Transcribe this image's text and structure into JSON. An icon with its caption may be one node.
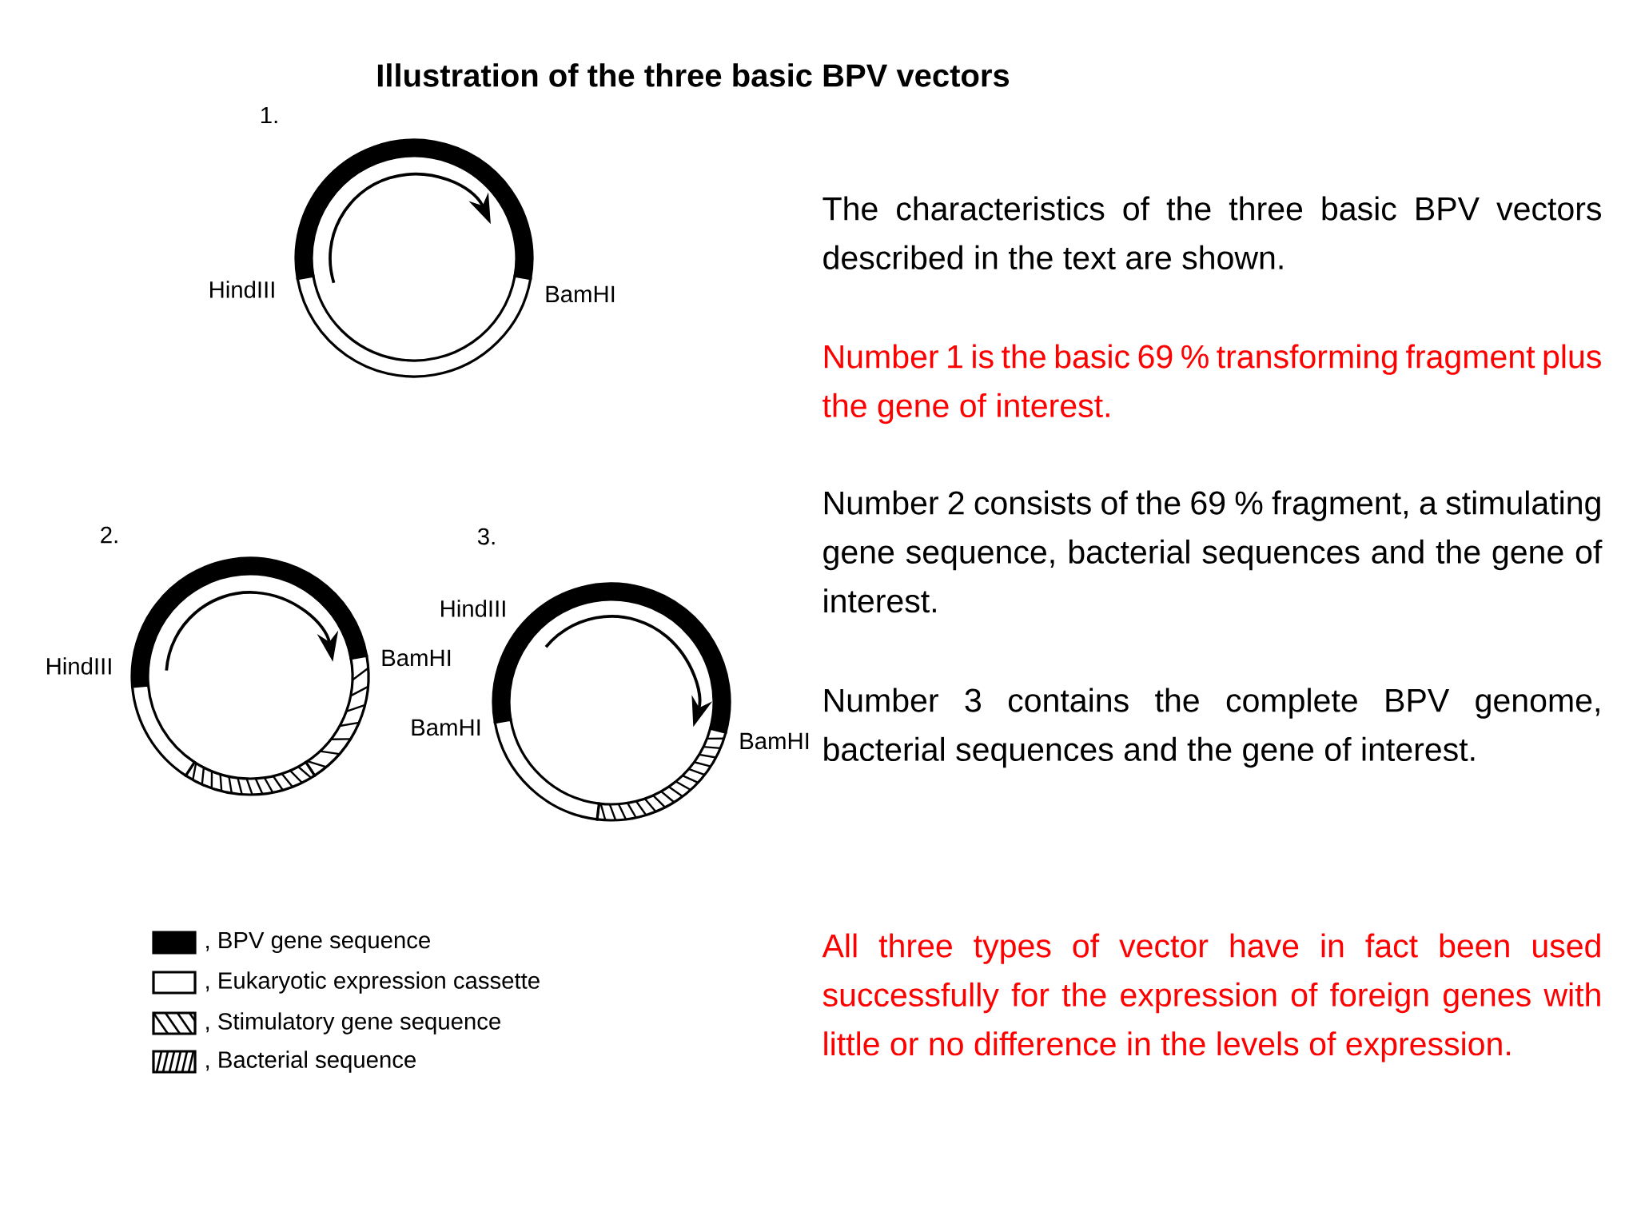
{
  "diagram": {
    "title": "Illustration of the three basic BPV vectors",
    "labels": [
      "1.",
      "HindIII",
      "BamHI",
      "The characteristics of the three basic BPV vectors described in the text are shown.",
      "Number 1 is the basic 69 % transforming fragment plus the gene of interest.",
      "2.",
      "3.",
      "Number 2 consists of the 69 % fragment, a stimulating gene sequence, bacterial sequences and the gene of interest.",
      "HindIII",
      "HindIII",
      "BamHI",
      "Number 3 contains the complete BPV genome, bacterial sequences and the gene of interest.",
      "BamHI",
      "BamHI",
      "All three types of vector have in fact been used successfully for the expression of foreign genes with little or no difference in the levels of expression."
    ],
    "legend": [
      {
        "text": ", BPV gene sequence",
        "color": "#000000"
      },
      {
        "text": ", Eukaryotic expression cassette"
      },
      {
        "text": ", Stimulatory gene sequence"
      },
      {
        "text": ", Bacterial sequence"
      }
    ]
  }
}
